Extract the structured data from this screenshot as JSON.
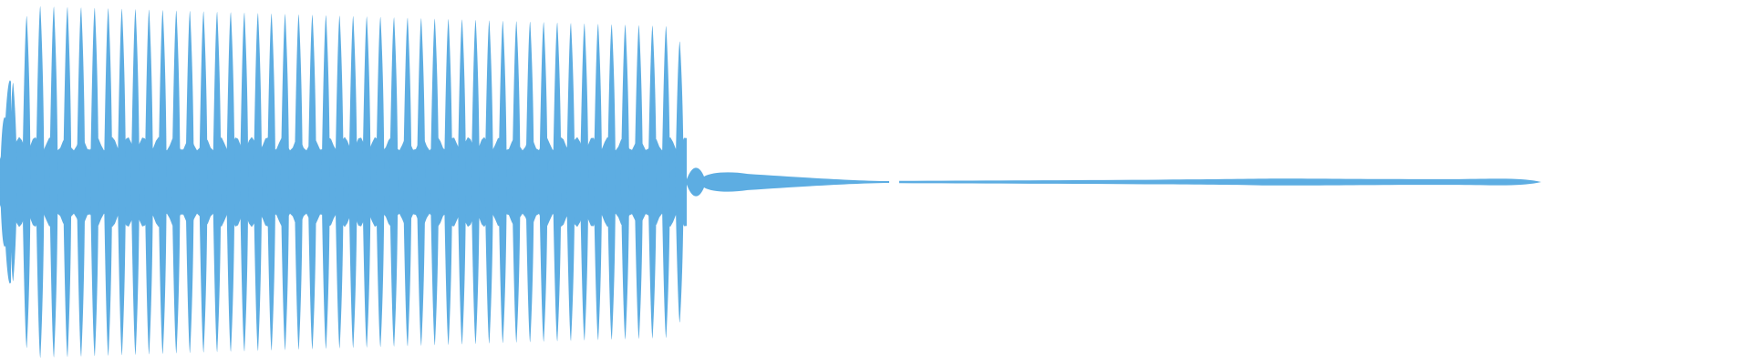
{
  "waveform": {
    "color": "#5DADE2",
    "background": "#FFFFFF",
    "segments": [
      {
        "name": "loud-burst",
        "pulse_count": 50,
        "peak_amplitude": 0.98,
        "floor_amplitude": 0.25
      },
      {
        "name": "decay-tail",
        "amplitude": 0.1
      },
      {
        "name": "silent-gap"
      },
      {
        "name": "low-level-tail",
        "amplitude": 0.02
      }
    ]
  }
}
